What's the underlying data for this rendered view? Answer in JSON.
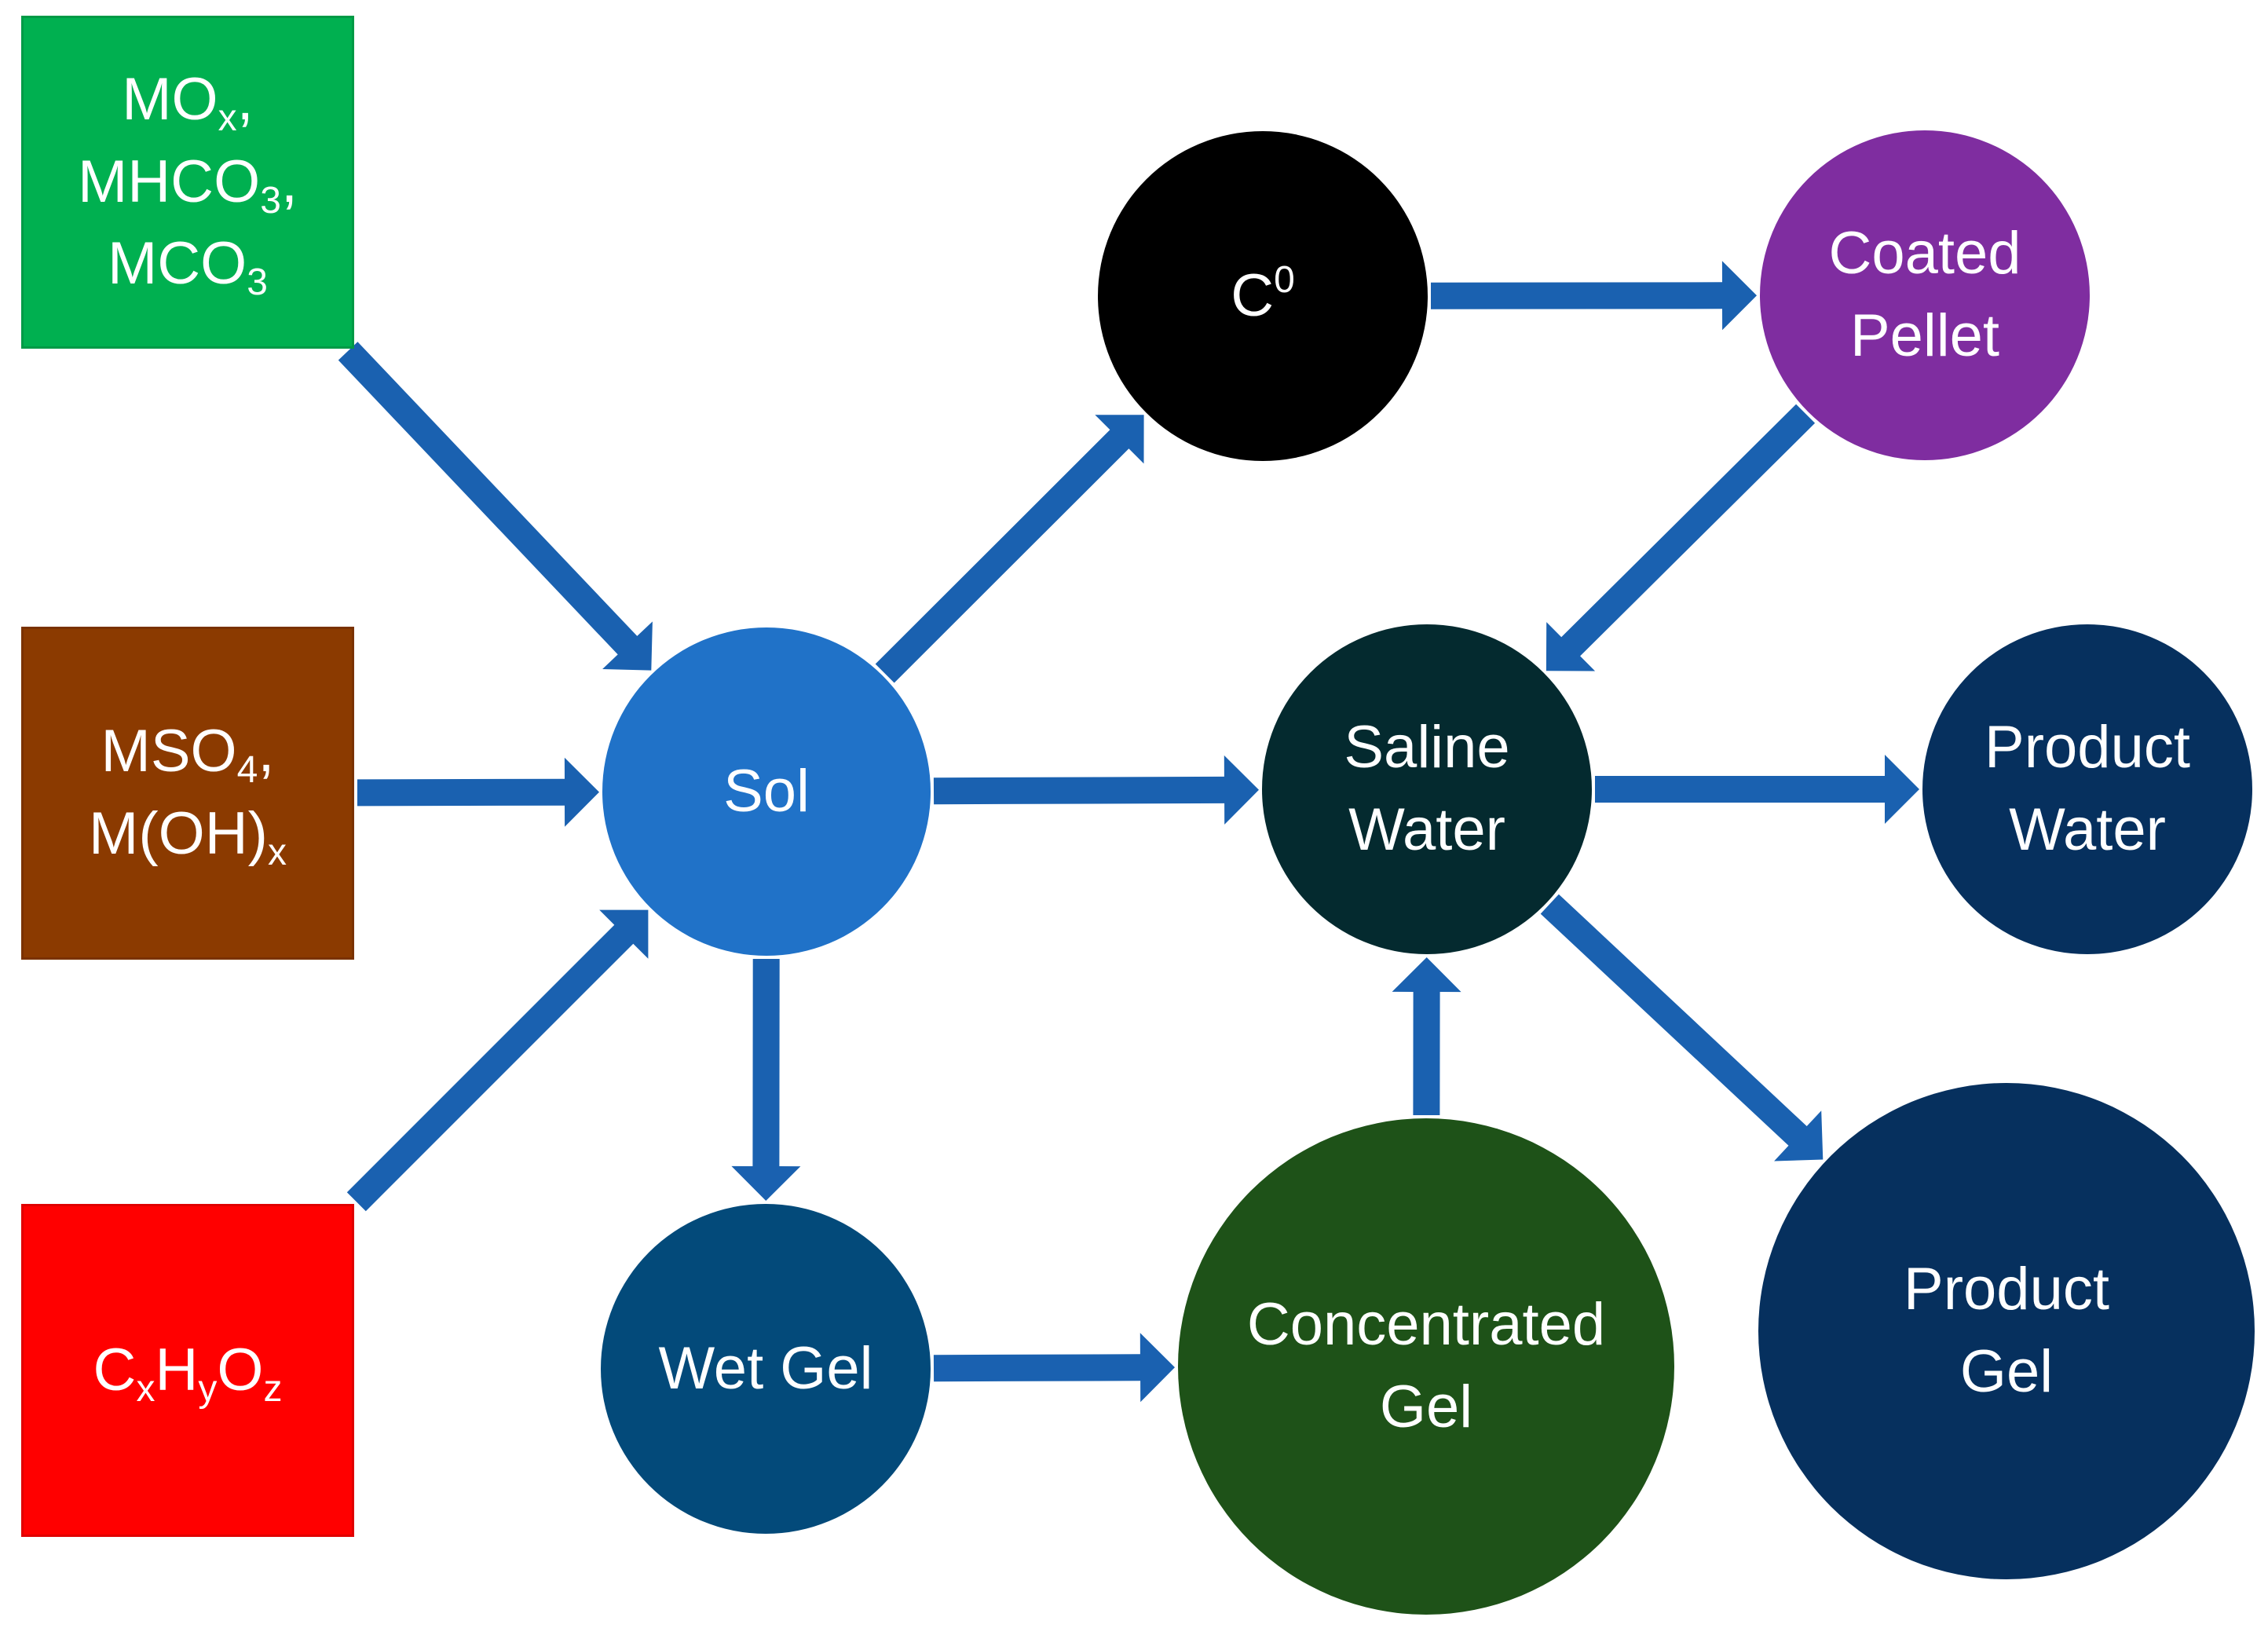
{
  "nodes": {
    "carbonate_feed": {
      "lines": [
        [
          {
            "t": "MO"
          },
          {
            "t": "x",
            "s": "sub"
          },
          {
            "t": ","
          }
        ],
        [
          {
            "t": "MHCO"
          },
          {
            "t": "3",
            "s": "sub"
          },
          {
            "t": ","
          }
        ],
        [
          {
            "t": "MCO"
          },
          {
            "t": "3",
            "s": "sub"
          }
        ]
      ],
      "color": "#00b050"
    },
    "sulfate_feed": {
      "lines": [
        [
          {
            "t": "MSO"
          },
          {
            "t": "4",
            "s": "sub"
          },
          {
            "t": ","
          }
        ],
        [
          {
            "t": "M(OH)"
          },
          {
            "t": "x",
            "s": "sub"
          }
        ]
      ],
      "color": "#8b3a00"
    },
    "organic_feed": {
      "lines": [
        [
          {
            "t": "C"
          },
          {
            "t": "x",
            "s": "sub"
          },
          {
            "t": "H"
          },
          {
            "t": "y",
            "s": "sub"
          },
          {
            "t": "O"
          },
          {
            "t": "z",
            "s": "sub"
          }
        ]
      ],
      "color": "#ff0000"
    },
    "sol": {
      "lines": [
        [
          {
            "t": "Sol"
          }
        ]
      ],
      "color": "#2072c8"
    },
    "carbon": {
      "lines": [
        [
          {
            "t": "C"
          },
          {
            "t": "0",
            "s": "sup"
          }
        ]
      ],
      "color": "#000000"
    },
    "coated_pellet": {
      "lines": [
        [
          {
            "t": "Coated"
          }
        ],
        [
          {
            "t": "Pellet"
          }
        ]
      ],
      "color": "#7f2da0"
    },
    "saline_water": {
      "lines": [
        [
          {
            "t": "Saline"
          }
        ],
        [
          {
            "t": "Water"
          }
        ]
      ],
      "color": "#042a2f"
    },
    "product_water": {
      "lines": [
        [
          {
            "t": "Product"
          }
        ],
        [
          {
            "t": "Water"
          }
        ]
      ],
      "color": "#06305e"
    },
    "wet_gel": {
      "lines": [
        [
          {
            "t": "Wet Gel"
          }
        ]
      ],
      "color": "#034a7a"
    },
    "concentrated_gel": {
      "lines": [
        [
          {
            "t": "Concentrated"
          }
        ],
        [
          {
            "t": "Gel"
          }
        ]
      ],
      "color": "#1e5218"
    },
    "product_gel": {
      "lines": [
        [
          {
            "t": "Product"
          }
        ],
        [
          {
            "t": "Gel"
          }
        ]
      ],
      "color": "#06305e"
    }
  },
  "edges": [
    {
      "from": "carbonate_feed",
      "to": "sol"
    },
    {
      "from": "sulfate_feed",
      "to": "sol"
    },
    {
      "from": "organic_feed",
      "to": "sol"
    },
    {
      "from": "sol",
      "to": "carbon"
    },
    {
      "from": "carbon",
      "to": "coated_pellet"
    },
    {
      "from": "coated_pellet",
      "to": "saline_water"
    },
    {
      "from": "sol",
      "to": "saline_water"
    },
    {
      "from": "saline_water",
      "to": "product_water"
    },
    {
      "from": "sol",
      "to": "wet_gel"
    },
    {
      "from": "wet_gel",
      "to": "concentrated_gel"
    },
    {
      "from": "concentrated_gel",
      "to": "saline_water"
    },
    {
      "from": "saline_water",
      "to": "product_gel"
    }
  ],
  "arrow_color": "#1a61b0"
}
